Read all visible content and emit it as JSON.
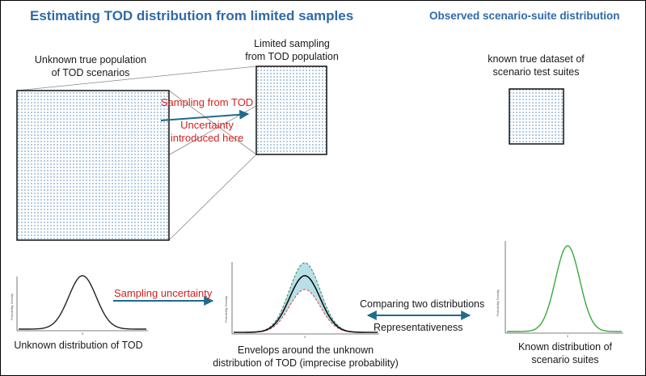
{
  "titles": {
    "left": "Estimating TOD distribution from limited samples",
    "right": "Observed scenario-suite distribution"
  },
  "labels": {
    "population_line1": "Unknown true population",
    "population_line2": "of  TOD  scenarios",
    "sampling_line1": "Limited sampling",
    "sampling_line2": "from TOD population",
    "known_line1": "known true dataset of",
    "known_line2": "scenario test suites",
    "sampling_from_tod": "Sampling from TOD",
    "uncertainty_line1": "Uncertainty",
    "uncertainty_line2": "introduced here",
    "sampling_uncertainty": "Sampling uncertainty",
    "comparing": "Comparing two distributions",
    "representativeness": "Representativeness",
    "unknown_dist": "Unknown distribution of TOD",
    "envelops_line1": "Envelops around the unknown",
    "envelops_line2": "distribution of TOD (imprecise probability)",
    "known_dist_line1": "Known distribution of",
    "known_dist_line2": "scenario suites"
  },
  "plot_axes": {
    "ylabel": "Probability Density",
    "x_tick": "0"
  },
  "colors": {
    "title_blue": "#2e6aa8",
    "annotation_red": "#d42020",
    "arrow_teal": "#1f6b8a",
    "dot_blue": "#4a84b8",
    "curve_black": "#222222",
    "envelope_fill": "#b8e0e8",
    "upper_bound_green": "#2e8b57",
    "lower_bound_red": "#e04040",
    "known_curve_green": "#3aa83a"
  }
}
